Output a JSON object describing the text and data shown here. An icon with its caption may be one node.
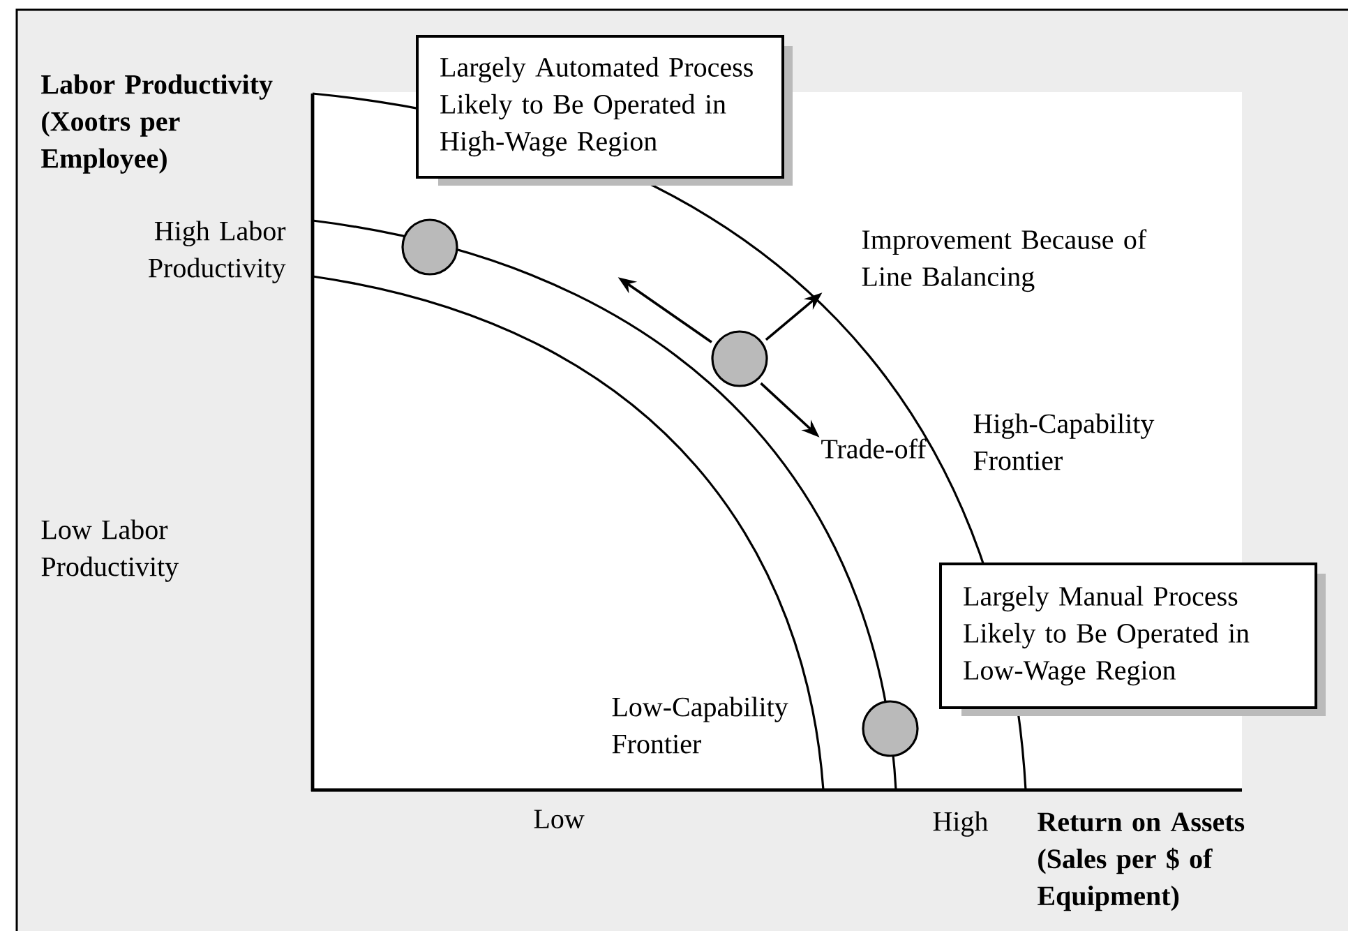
{
  "diagram": {
    "nodes": [
      {
        "text": [
          "Largely Automated Process Likely to Be Operated in High-Wage Region"
        ]
      },
      {
        "text": [],
        "shape": "circle"
      },
      {
        "text": [],
        "shape": "circle"
      },
      {
        "text": [
          "Largely Manual Process Likely to Be Operated in Low-Wage Region"
        ]
      },
      {
        "text": [],
        "shape": "circle"
      },
      {
        "text": [
          "Trade-off"
        ]
      }
    ],
    "edges": [
      {
        "from": 2,
        "to": null,
        "arrow": "to"
      },
      {
        "from": 2,
        "to": null,
        "arrow": "to"
      },
      {
        "from": 2,
        "to": 5,
        "arrow": "to"
      }
    ],
    "labels": [
      "**Labor Productivity (Xootrs per Employee)**",
      "High Labor Productivity",
      "Improvement Because of Line Balancing",
      "High-Capability Frontier",
      "Low Labor Productivity",
      "Low-Capability Frontier",
      "Low",
      "High",
      "**Return on Assets (Sales per $ of Equipment)**"
    ]
  }
}
